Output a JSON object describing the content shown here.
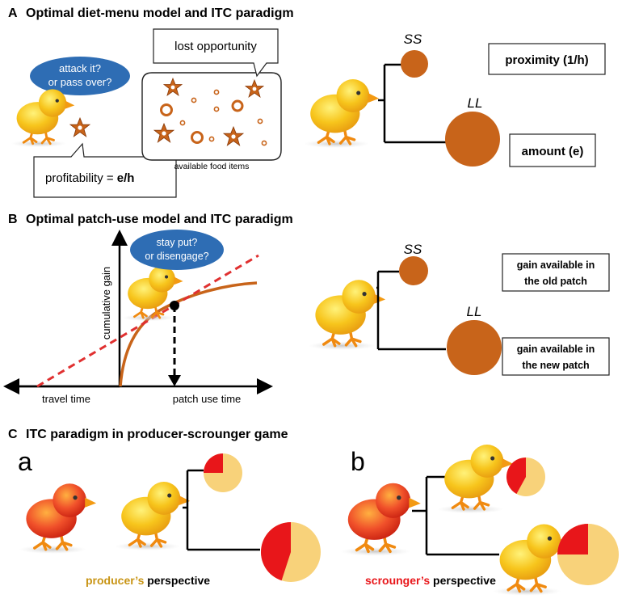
{
  "panelA": {
    "letter": "A",
    "title": "Optimal diet-menu model and ITC paradigm",
    "bubble_line1": "attack it?",
    "bubble_line2": "or pass over?",
    "lost_opportunity": "lost opportunity",
    "available_food": "available food items",
    "profitability_prefix": "profitability = ",
    "profitability_formula": "e/h",
    "ss": "SS",
    "ll": "LL",
    "proximity": "proximity (1/h)",
    "amount": "amount (e)"
  },
  "panelB": {
    "letter": "B",
    "title": "Optimal patch-use model and ITC paradigm",
    "bubble_line1": "stay put?",
    "bubble_line2": "or disengage?",
    "y_label": "cumulative gain",
    "x_left": "travel time",
    "x_right": "patch use time",
    "ss": "SS",
    "ll": "LL",
    "old_patch_line1": "gain available in",
    "old_patch_line2": "the old patch",
    "new_patch_line1": "gain available in",
    "new_patch_line2": "the new patch"
  },
  "panelC": {
    "letter": "C",
    "title": "ITC paradigm in producer-scrounger game",
    "sub_a": "a",
    "sub_b": "b",
    "producer_role": "producer’s",
    "scrounger_role": "scrounger’s",
    "perspective": " perspective",
    "pies": [
      {
        "red_fraction": 0.25
      },
      {
        "red_fraction": 0.45
      },
      {
        "red_fraction": 0.42
      },
      {
        "red_fraction": 0.25
      }
    ]
  },
  "colors": {
    "chick_yellow": "#f5c21a",
    "chick_red": "#e8401c",
    "food_brown": "#c8641a",
    "bubble_blue": "#2e6db4",
    "trajectory_red": "#e03030",
    "pie_red": "#e8161a",
    "pie_light": "#f8d27a",
    "producer_text": "#c89414",
    "scrounger_text": "#e8161a"
  }
}
